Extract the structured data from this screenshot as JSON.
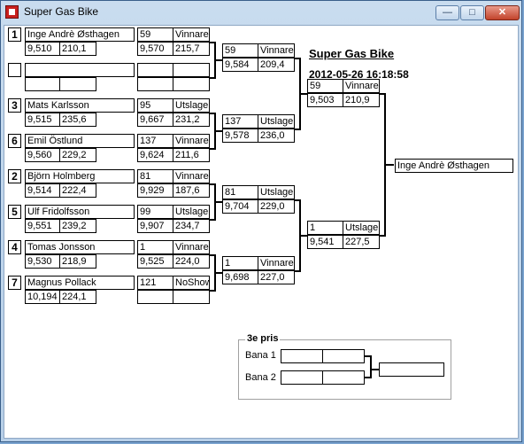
{
  "window": {
    "title": "Super Gas Bike",
    "min_symbol": "—",
    "max_symbol": "□",
    "close_symbol": "✕"
  },
  "event": {
    "title": "Super Gas Bike",
    "datetime": "2012-05-26 16:18:58"
  },
  "round1": [
    {
      "seed": "1",
      "name": "Inge Andrè Østhagen",
      "et": "9,510",
      "speed": "210,1"
    },
    {
      "seed": "",
      "name": "",
      "et": "",
      "speed": ""
    },
    {
      "seed": "3",
      "name": "Mats Karlsson",
      "et": "9,515",
      "speed": "235,6"
    },
    {
      "seed": "6",
      "name": "Emil Östlund",
      "et": "9,560",
      "speed": "229,2"
    },
    {
      "seed": "2",
      "name": "Björn Holmberg",
      "et": "9,514",
      "speed": "222,4"
    },
    {
      "seed": "5",
      "name": "Ulf Fridolfsson",
      "et": "9,551",
      "speed": "239,2"
    },
    {
      "seed": "4",
      "name": "Tomas Jonsson",
      "et": "9,530",
      "speed": "218,9"
    },
    {
      "seed": "7",
      "name": "Magnus Pollack",
      "et": "10,194",
      "speed": "224,1"
    }
  ],
  "round2": [
    {
      "num": "59",
      "result": "Vinnare",
      "et": "9,570",
      "speed": "215,7"
    },
    {
      "num": "",
      "result": "",
      "et": "",
      "speed": ""
    },
    {
      "num": "95",
      "result": "Utslagen",
      "et": "9,667",
      "speed": "231,2"
    },
    {
      "num": "137",
      "result": "Vinnare",
      "et": "9,624",
      "speed": "211,6"
    },
    {
      "num": "81",
      "result": "Vinnare",
      "et": "9,929",
      "speed": "187,6"
    },
    {
      "num": "99",
      "result": "Utslagen",
      "et": "9,907",
      "speed": "234,7"
    },
    {
      "num": "1",
      "result": "Vinnare",
      "et": "9,525",
      "speed": "224,0"
    },
    {
      "num": "121",
      "result": "NoShow",
      "et": "",
      "speed": ""
    }
  ],
  "round3": [
    {
      "num": "59",
      "result": "Vinnare",
      "et": "9,584",
      "speed": "209,4"
    },
    {
      "num": "137",
      "result": "Utslagen",
      "et": "9,578",
      "speed": "236,0"
    },
    {
      "num": "81",
      "result": "Utslagen",
      "et": "9,704",
      "speed": "229,0"
    },
    {
      "num": "1",
      "result": "Vinnare",
      "et": "9,698",
      "speed": "227,0"
    }
  ],
  "round4": [
    {
      "num": "59",
      "result": "Vinnare",
      "et": "9,503",
      "speed": "210,9"
    },
    {
      "num": "1",
      "result": "Utslagen",
      "et": "9,541",
      "speed": "227,5"
    }
  ],
  "winner": {
    "name": "Inge Andrè Østhagen"
  },
  "third_place": {
    "legend": "3e pris",
    "lanes": [
      {
        "label": "Bana 1",
        "a": "",
        "b": ""
      },
      {
        "label": "Bana 2",
        "a": "",
        "b": ""
      }
    ],
    "result": ""
  }
}
